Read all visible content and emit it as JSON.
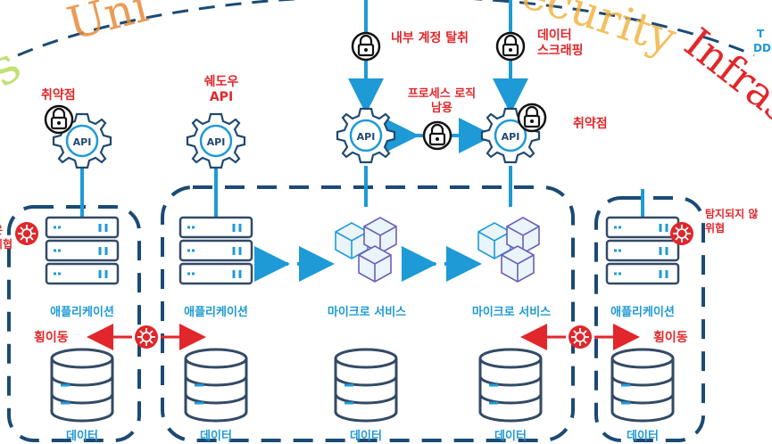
{
  "colors": {
    "accent_blue": "#1e9ad6",
    "dashed_navy": "#1b4a74",
    "threat_red": "#e1272b",
    "server_dark": "#334a66",
    "cube_purple": "#6a5fb5"
  },
  "arcs": {
    "word_left": "s",
    "word_top": "Uni",
    "word_security": "ecurity",
    "word_infra": "Infras",
    "top_right_fragment_1": "T",
    "top_right_fragment_2": "DD"
  },
  "threats": {
    "internal_account": "내부 계정 탈취",
    "data_scraping": "데이터\n스크래핑",
    "vulnerability_left": "취약점",
    "shadow_api": "쉐도우\nAPI",
    "process_logic_abuse": "프로세스 로직\n남용",
    "vulnerability_right": "취약점",
    "undetected_left": "은\n위협",
    "undetected_right": "탐지되지 않\n위협",
    "lateral_left": "횡이동",
    "lateral_right": "횡이동"
  },
  "api_label": "API",
  "components": {
    "app_1": "애플리케이션",
    "app_2": "애플리케이션",
    "micro_1": "마이크로 서비스",
    "micro_2": "마이크로 서비스",
    "app_3": "애플리케이션"
  },
  "data_labels": [
    "데이터",
    "데이터",
    "데이터",
    "데이터",
    "데이터"
  ]
}
